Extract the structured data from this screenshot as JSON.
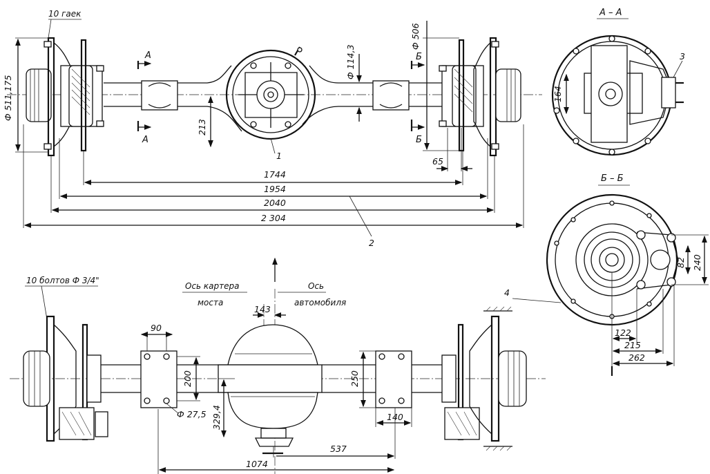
{
  "labels": {
    "nuts": "10 гаек",
    "bolts": "10 болтов  Ф 3/4\"",
    "section_aa": "А – А",
    "section_bb": "Б – Б",
    "cut_a_top": "А",
    "cut_a_bottom": "А",
    "cut_b_top": "Б",
    "cut_b_bottom": "Б",
    "axle_housing_axis_1": "Ось картера",
    "axle_housing_axis_2": "моста",
    "vehicle_axis_1": "Ось",
    "vehicle_axis_2": "автомобиля"
  },
  "callouts": {
    "c1": "1",
    "c2": "2",
    "c3": "3",
    "c4": "4"
  },
  "dimensions": {
    "d_flange": "Ф 511,175",
    "d_drum": "Ф 506",
    "d_tube": "Ф 114,3",
    "h_213": "213",
    "w_65": "65",
    "w_1744": "1744",
    "w_1954": "1954",
    "w_2040": "2040",
    "w_2304": "2 304",
    "h_164": "164",
    "h_82": "82",
    "h_240": "240",
    "w_122": "122",
    "w_215": "215",
    "w_262": "262",
    "offset_143": "143",
    "w_90": "90",
    "h_200": "200",
    "hole_27_5": "Ф 27,5",
    "h_329_4": "329,4",
    "h_250": "250",
    "w_140": "140",
    "w_537": "537",
    "w_1074": "1074"
  }
}
